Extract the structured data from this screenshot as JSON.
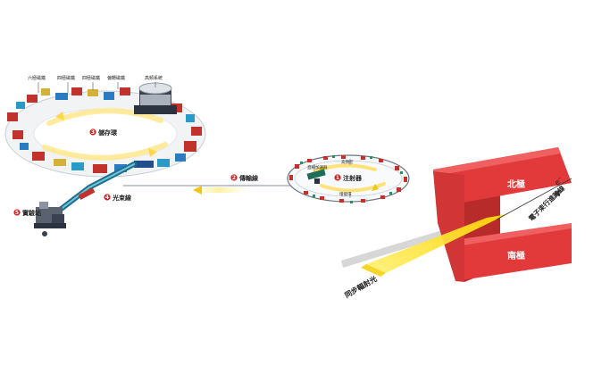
{
  "labels": {
    "sextupole": "六極磁鐵",
    "quadrupole": "四極磁鐵",
    "corrector": "四極磁鐵",
    "bending": "偏轉磁鐵",
    "rf_system": "高頻系統",
    "storage_ring": "儲存環",
    "transfer_line": "傳輸線",
    "injector": "注射器",
    "beamline": "光束線",
    "end_station": "實驗站",
    "linac": "直線加速器",
    "booster_top": "高頻腔",
    "booster_bottom": "增能環"
  },
  "numbers": {
    "storage_ring": "3",
    "transfer_line": "2",
    "injector": "1",
    "beamline": "4",
    "end_station": "5"
  },
  "magnet": {
    "north": "北極",
    "south": "南極",
    "electron_path": "電子束行進路線",
    "electron_symbol": "e⁻",
    "synchrotron_light": "同步輻射光"
  },
  "colors": {
    "magnet_red": "#e23a3a",
    "light_yellow": "#f5d23a",
    "badge_red": "#d32222"
  }
}
